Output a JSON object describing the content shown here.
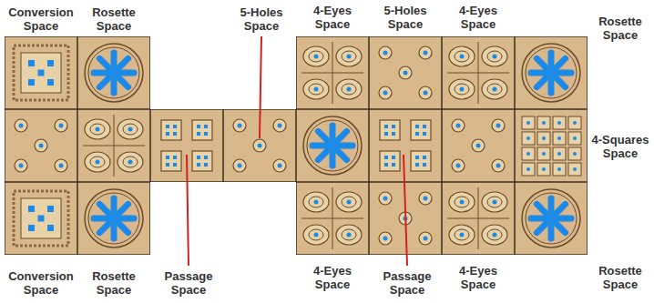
{
  "diagram": {
    "labels": [
      "Conversion Space",
      "Rosette Space",
      "5-Holes Space",
      "4-Eyes Space",
      "5-Holes Space",
      "4-Eyes Space",
      "Rosette Space",
      "4-Squares Space",
      "Conversion Space",
      "Rosette Space",
      "Passage Space",
      "4-Eyes Space",
      "Passage Space",
      "4-Eyes Space",
      "Rosette Space"
    ]
  }
}
